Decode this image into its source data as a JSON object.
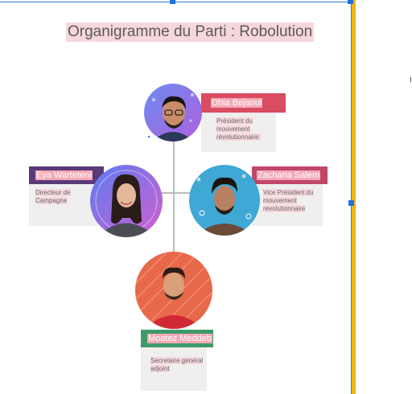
{
  "title": "Organigramme du Parti : Robolution",
  "members": {
    "president": {
      "name": "Dhia Bejaoui",
      "role": "Président du mouvement révolutionnaire."
    },
    "campaign": {
      "name": "Eya Warteteni",
      "role": "Directeur de Campagne"
    },
    "vice": {
      "name": "Zacharia Salem",
      "role": "Vice Président du mouvement revolutionnaire"
    },
    "secretary": {
      "name": "Moatez Meddeb",
      "role": "Secretaire général adjoint"
    }
  },
  "colors": {
    "president_header": "#d94c61",
    "campaign_header": "#5a3a78",
    "vice_header": "#c0466a",
    "secretary_header": "#3f9a6b",
    "selection": "#f2b418",
    "handle": "#1e6fe0"
  }
}
